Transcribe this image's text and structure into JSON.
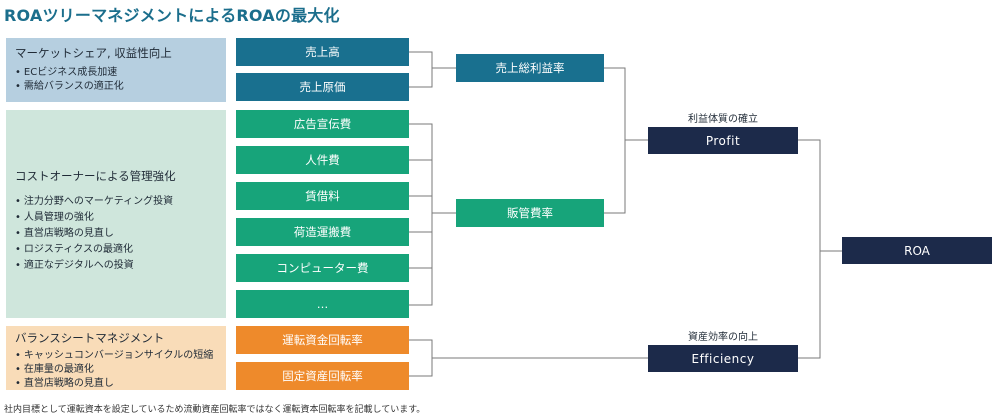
{
  "title": "ROAツリーマネジメントによるROAの最大化",
  "panels": {
    "market": {
      "title": "マーケットシェア, 収益性向上",
      "items": [
        "ECビジネス成長加速",
        "需給バランスの適正化"
      ]
    },
    "cost": {
      "title": "コストオーナーによる管理強化",
      "items": [
        "注力分野へのマーケティング投資",
        "人員管理の強化",
        "直営店戦略の見直し",
        "ロジスティクスの最適化",
        "適正なデジタルへの投資"
      ]
    },
    "balance": {
      "title": "バランスシートマネジメント",
      "items": [
        "キャッシュコンバージョンサイクルの短縮",
        "在庫量の最適化",
        "直営店戦略の見直し"
      ]
    }
  },
  "boxes": {
    "sales": "売上高",
    "cogs": "売上原価",
    "ad": "広告宣伝費",
    "personnel": "人件費",
    "rent": "賃借料",
    "freight": "荷造運搬費",
    "computer": "コンピューター費",
    "more": "…",
    "working_capital_turnover": "運転資金回転率",
    "fixed_asset_turnover": "固定資産回転率",
    "gross_margin": "売上総利益率",
    "sga_ratio": "販管費率",
    "profit": "Profit",
    "efficiency": "Efficiency",
    "roa": "ROA"
  },
  "labels": {
    "profit": "利益体質の確立",
    "efficiency": "資産効率の向上"
  },
  "footnote": "社内目標として運転資本を設定しているため流動資産回転率ではなく運転資本回転率を記載しています。",
  "colors": {
    "title": "#1b6e8c",
    "teal": "#19708f",
    "green": "#17a47a",
    "orange": "#ee8a2b",
    "navy": "#1c2a4a",
    "panel_blue": "#b6cfe0",
    "panel_green": "#cfe6dc",
    "panel_orange": "#f9dcb8",
    "line": "#7a7a7a"
  }
}
